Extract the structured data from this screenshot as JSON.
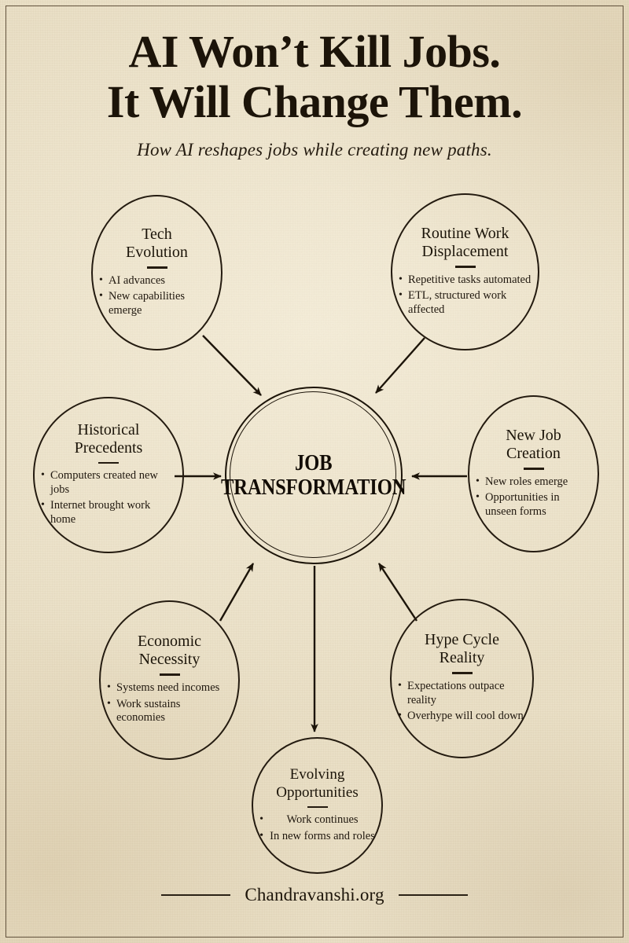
{
  "palette": {
    "paper": "#ece2c9",
    "ink": "#1c1409",
    "frame": "#574732"
  },
  "header": {
    "title_line_1": "AI Won’t Kill Jobs.",
    "title_line_2": "It Will Change Them.",
    "subtitle": "How AI reshapes jobs while creating new paths."
  },
  "hub": {
    "label": "JOB\nTRANSFORMATION"
  },
  "nodes": [
    {
      "id": "tech",
      "title": "Tech\nEvolution",
      "bullets": [
        "AI advances",
        "New capabilities emerge"
      ]
    },
    {
      "id": "routine",
      "title": "Routine Work\nDisplacement",
      "bullets": [
        "Repetitive tasks automated",
        "ETL, structured work affected"
      ]
    },
    {
      "id": "historical",
      "title": "Historical\nPrecedents",
      "bullets": [
        "Computers created new jobs",
        "Internet brought work home"
      ]
    },
    {
      "id": "newjob",
      "title": "New Job\nCreation",
      "bullets": [
        "New roles emerge",
        "Opportunities in unseen forms"
      ]
    },
    {
      "id": "economic",
      "title": "Economic\nNecessity",
      "bullets": [
        "Systems need incomes",
        "Work sustains economies"
      ]
    },
    {
      "id": "hype",
      "title": "Hype Cycle\nReality",
      "bullets": [
        "Expectations outpace reality",
        "Overhype will cool down"
      ]
    },
    {
      "id": "evolving",
      "title": "Evolving\nOpportunities",
      "bullets": [
        "Work continues",
        "In new forms and roles"
      ]
    }
  ],
  "footer": {
    "text": "Chandravanshi.org"
  }
}
